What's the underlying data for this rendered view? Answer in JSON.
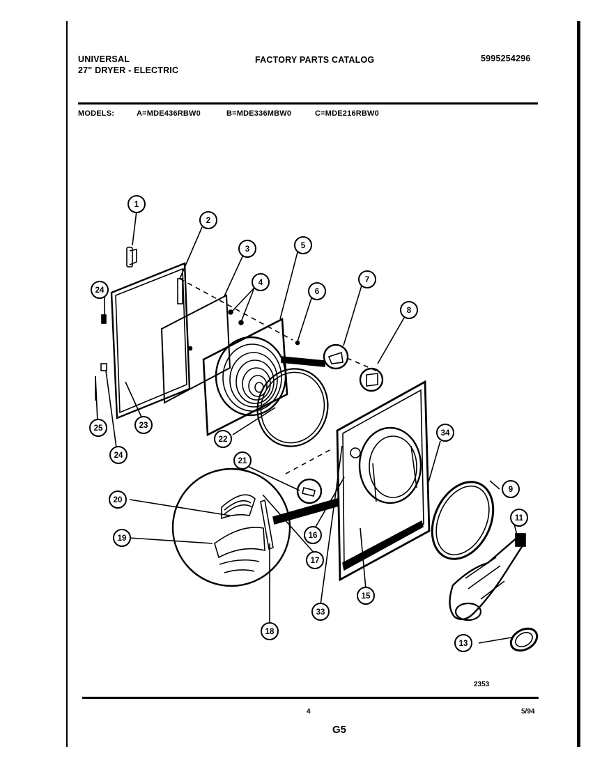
{
  "header": {
    "brand": "UNIVERSAL",
    "product": "27\" DRYER - ELECTRIC",
    "catalog_title": "FACTORY PARTS CATALOG",
    "catalog_number": "5995254296"
  },
  "models": {
    "label": "MODELS:",
    "a": "A=MDE436RBW0",
    "b": "B=MDE336MBW0",
    "c": "C=MDE216RBW0"
  },
  "callouts": [
    "1",
    "2",
    "3",
    "4",
    "5",
    "6",
    "7",
    "8",
    "9",
    "11",
    "13",
    "15",
    "16",
    "17",
    "18",
    "19",
    "20",
    "21",
    "22",
    "23",
    "24",
    "24",
    "25",
    "33",
    "34"
  ],
  "footer": {
    "drawing_number": "2353",
    "page_number": "4",
    "date": "5/94",
    "section": "G5"
  }
}
